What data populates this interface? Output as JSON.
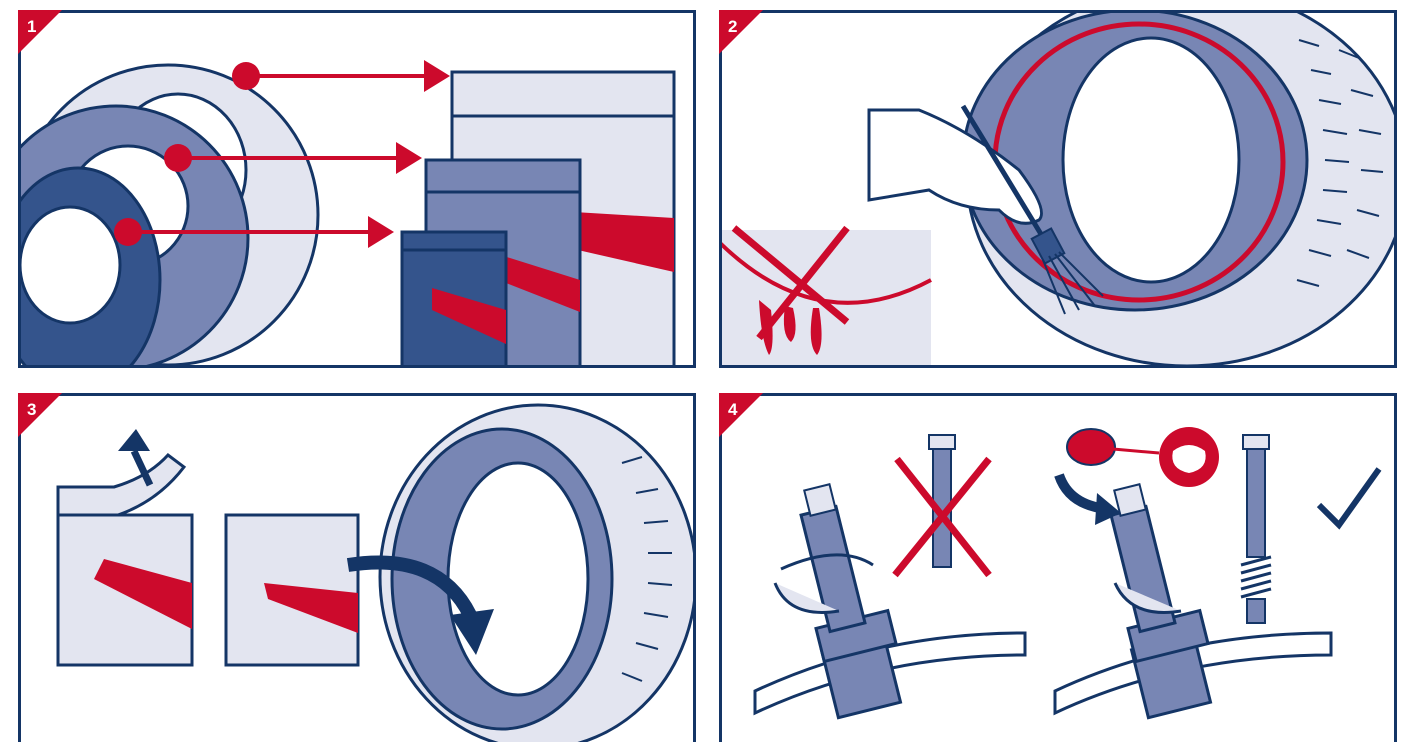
{
  "colors": {
    "navy": "#143566",
    "mid_blue": "#7886b4",
    "dark_blue": "#34548c",
    "light": "#e3e5f0",
    "red": "#cc0a2c",
    "white": "#ffffff"
  },
  "panels": [
    {
      "number": "1",
      "icon": "patch-size-selection-icon"
    },
    {
      "number": "2",
      "icon": "apply-vulcanizing-fluid-icon"
    },
    {
      "number": "3",
      "icon": "apply-patch-inside-tire-icon"
    },
    {
      "number": "4",
      "icon": "valve-cap-and-core-icon"
    }
  ]
}
